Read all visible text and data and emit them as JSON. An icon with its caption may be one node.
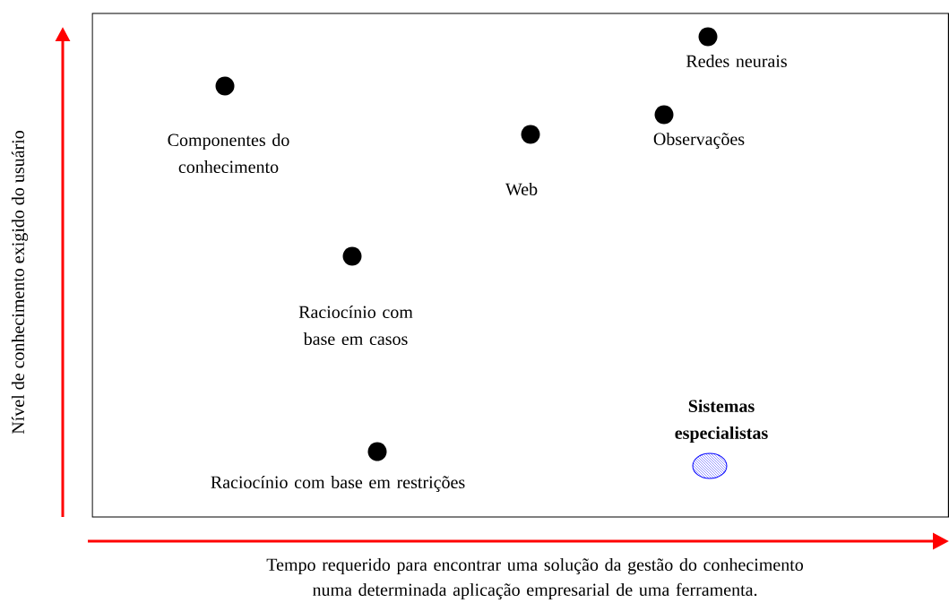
{
  "diagram": {
    "nodes": [
      {
        "text": [],
        "shape": "circle",
        "beside": [
          "Redes neurais"
        ]
      },
      {
        "text": [],
        "shape": "circle",
        "beside": [
          "Componentes do conhecimento"
        ]
      },
      {
        "text": [],
        "shape": "circle",
        "beside": [
          "Web"
        ]
      },
      {
        "text": [],
        "shape": "circle",
        "beside": [
          "Observações"
        ]
      },
      {
        "text": [],
        "shape": "circle",
        "beside": [
          "Raciocínio com base em casos"
        ]
      },
      {
        "text": [],
        "shape": "circle",
        "beside": [
          "Raciocínio com base em restrições"
        ]
      },
      {
        "text": [],
        "shape": "circle",
        "beside": [
          "Sistemas especialistas"
        ]
      }
    ],
    "labels": [
      "Nível de conhecimento exigido do usuário",
      "Tempo requerido para encontrar uma solução da gestão do conhecimento numa determinada aplicação empresarial de uma ferramenta."
    ]
  }
}
